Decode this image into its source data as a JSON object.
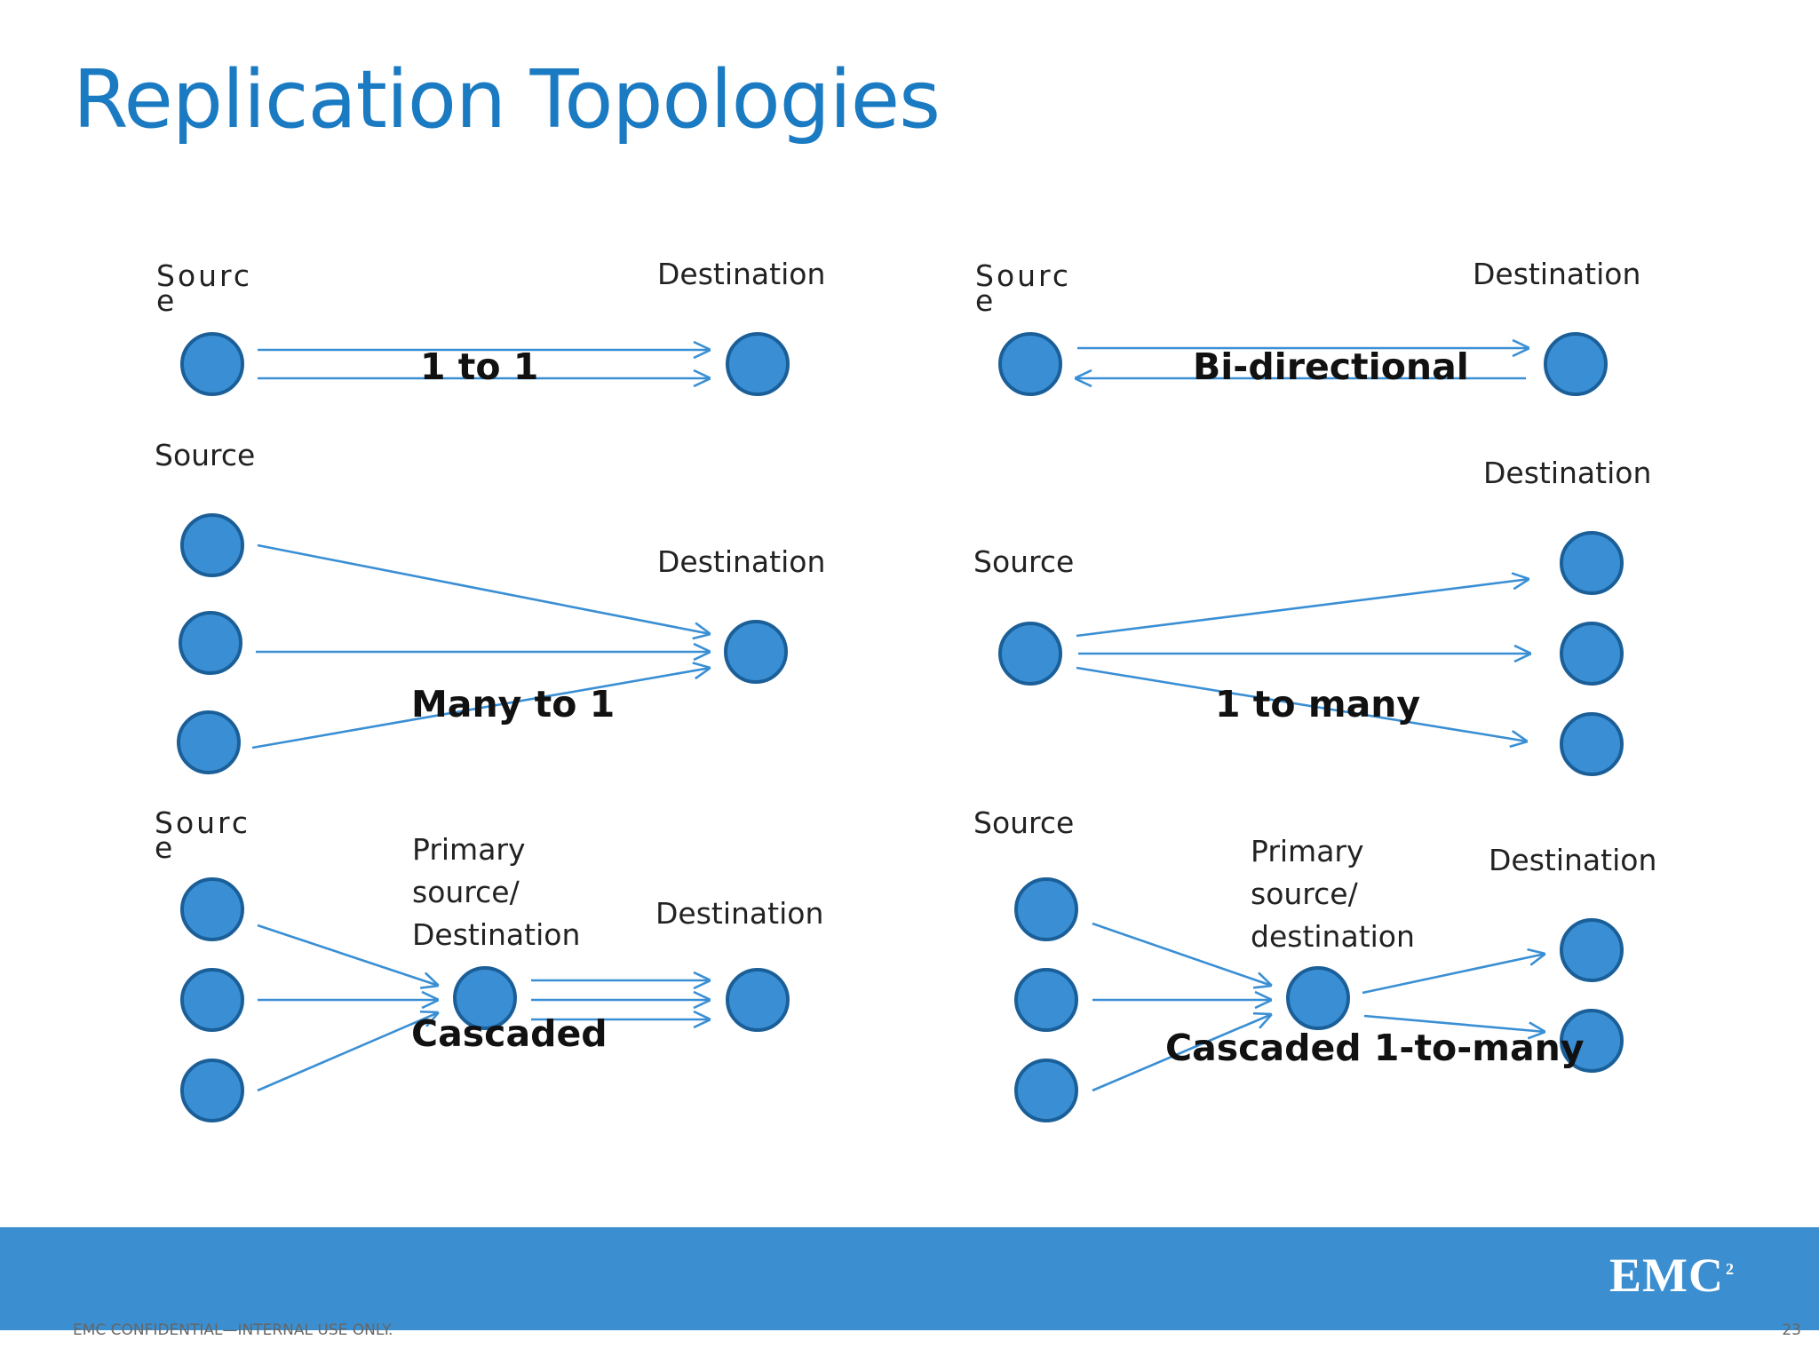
{
  "title": "Replication Topologies",
  "footer": {
    "confidential": "EMC CONFIDENTIAL—INTERNAL USE ONLY.",
    "page_number": "23",
    "logo": "EMC",
    "logo_superscript": "2"
  },
  "topologies": {
    "one_to_one": {
      "name": "1  to 1",
      "source_line1": "Sourc",
      "source_line2": "e",
      "destination": "Destination"
    },
    "bidirectional": {
      "name": "Bi-directional",
      "source_line1": "Sourc",
      "source_line2": "e",
      "destination": "Destination"
    },
    "many_to_one": {
      "name": "Many to 1",
      "source": "Source",
      "destination": "Destination"
    },
    "one_to_many": {
      "name": "1  to many",
      "source": "Source",
      "destination": "Destination"
    },
    "cascaded": {
      "name": "Cascaded",
      "source_line1": "Sourc",
      "source_line2": "e",
      "primary_line1": "Primary",
      "primary_line2": "source/",
      "primary_line3": "Destination",
      "destination": "Destination"
    },
    "cascaded_one_to_many": {
      "name": "Cascaded 1-to-many",
      "source": "Source",
      "primary_line1": "Primary",
      "primary_line2": "source/",
      "primary_line3": "destination",
      "destination": "Destination"
    }
  },
  "colors": {
    "title": "#1a7ac2",
    "node_fill": "#3a8fd4",
    "node_stroke": "#1b5f99",
    "arrow": "#3a8fd4",
    "footer_band": "#3b8fd0"
  }
}
